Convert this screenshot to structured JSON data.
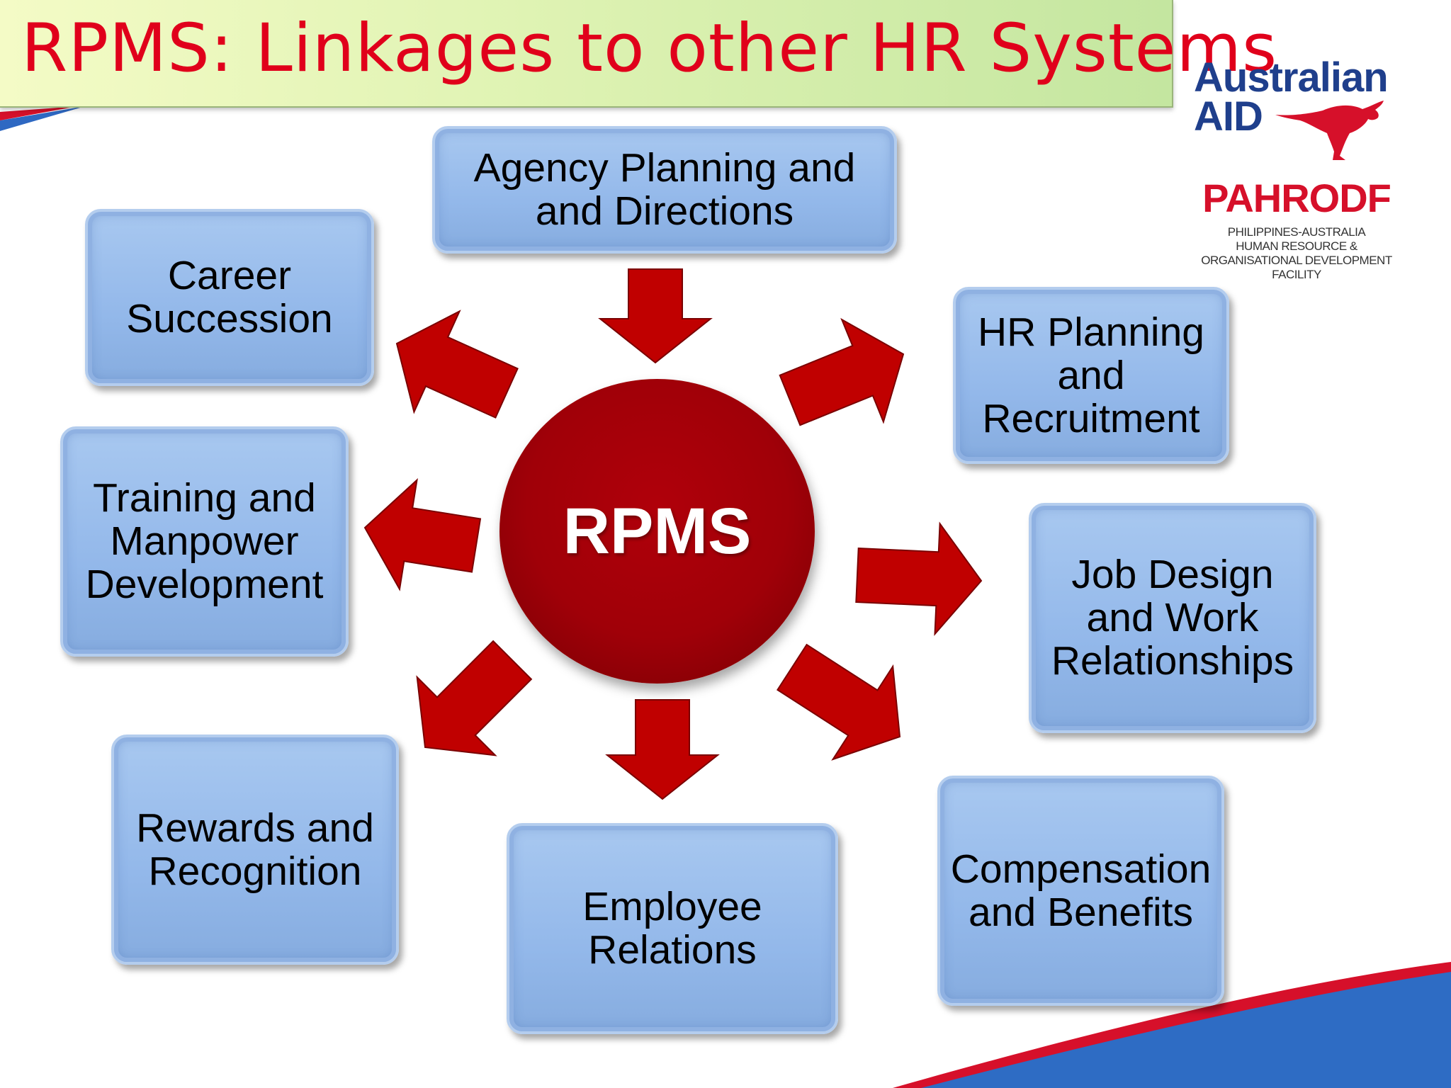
{
  "title": "RPMS: Linkages to other HR Systems",
  "hub": {
    "label": "RPMS",
    "color": "#a00008"
  },
  "nodes": [
    {
      "id": "agency",
      "label": "Agency Planning and\nand Directions"
    },
    {
      "id": "hr-planning",
      "label": "HR Planning\nand\nRecruitment"
    },
    {
      "id": "job-design",
      "label": "Job Design\nand Work\nRelationships"
    },
    {
      "id": "compensation",
      "label": "Compensation\nand Benefits"
    },
    {
      "id": "employee-relations",
      "label": "Employee\nRelations"
    },
    {
      "id": "rewards",
      "label": "Rewards and\nRecognition"
    },
    {
      "id": "training",
      "label": "Training and\nManpower\nDevelopment"
    },
    {
      "id": "career",
      "label": "Career\nSuccession"
    }
  ],
  "arrows": [
    {
      "from": "agency",
      "to": "hub"
    },
    {
      "from": "hub",
      "to": "hr-planning"
    },
    {
      "from": "hub",
      "to": "job-design"
    },
    {
      "from": "hub",
      "to": "compensation"
    },
    {
      "from": "hub",
      "to": "employee-relations"
    },
    {
      "from": "hub",
      "to": "rewards"
    },
    {
      "from": "hub",
      "to": "training"
    },
    {
      "from": "hub",
      "to": "career"
    }
  ],
  "logos": {
    "australian_aid": {
      "line1": "Australian",
      "line2": "AID",
      "icon": "kangaroo-icon"
    },
    "pahrodf": {
      "name": "PAHRODF",
      "subtitle": "PHILIPPINES-AUSTRALIA\nHUMAN RESOURCE &\nORGANISATIONAL DEVELOPMENT\nFACILITY"
    }
  },
  "colors": {
    "title_text": "#e0001b",
    "node_fill": "#95b9e8",
    "arrow": "#c00000",
    "brand_blue": "#1f3f8c",
    "brand_red": "#d6102a"
  }
}
